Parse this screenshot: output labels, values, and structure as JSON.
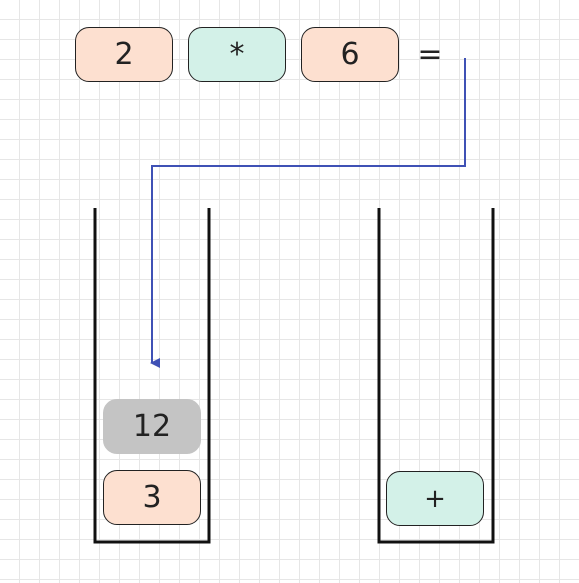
{
  "expression": {
    "tokens": [
      {
        "text": "2",
        "kind": "number"
      },
      {
        "text": "*",
        "kind": "operator"
      },
      {
        "text": "6",
        "kind": "number"
      }
    ],
    "equals": "="
  },
  "operand_stack": {
    "items": [
      {
        "text": "12",
        "kind": "result"
      },
      {
        "text": "3",
        "kind": "number"
      }
    ]
  },
  "operator_stack": {
    "items": [
      {
        "text": "+",
        "kind": "operator"
      }
    ]
  },
  "colors": {
    "number_fill": "#fde0d0",
    "operator_fill": "#d3f1e8",
    "result_fill": "#c4c4c4",
    "arrow": "#3f51b5",
    "stack_wall": "#111111"
  }
}
